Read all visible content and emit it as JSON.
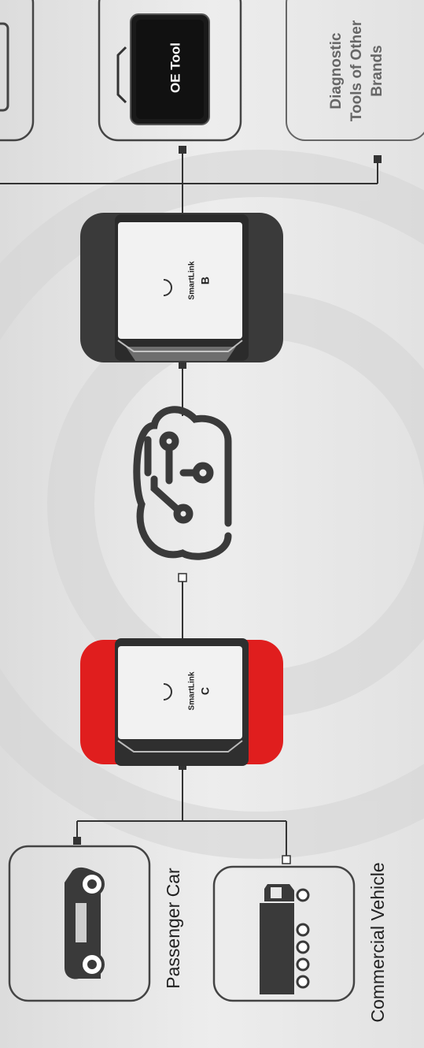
{
  "nodes": {
    "passenger_car": {
      "label": "Passenger Car"
    },
    "commercial_vehicle": {
      "label": "Commercial Vehicle"
    },
    "smartlink_c": {
      "brand": "SmartLink",
      "model": "C"
    },
    "smartlink_b": {
      "brand": "SmartLink",
      "model": "B"
    },
    "oe_tool": {
      "label": "OE Tool"
    },
    "other_brands": {
      "line1": "Diagnostic",
      "line2": "Tools of Other",
      "line3": "Brands"
    }
  },
  "colors": {
    "background": "#e6e6e6",
    "device_body_dark": "#3d3d3d",
    "device_body_red": "#e01e1e",
    "card_border": "#444444",
    "icon": "#3a3a3a",
    "screen": "#f2f2f2"
  },
  "icons": [
    "sedan-car-icon",
    "truck-icon",
    "cloud-circuit-icon",
    "obd-tool-icon"
  ]
}
